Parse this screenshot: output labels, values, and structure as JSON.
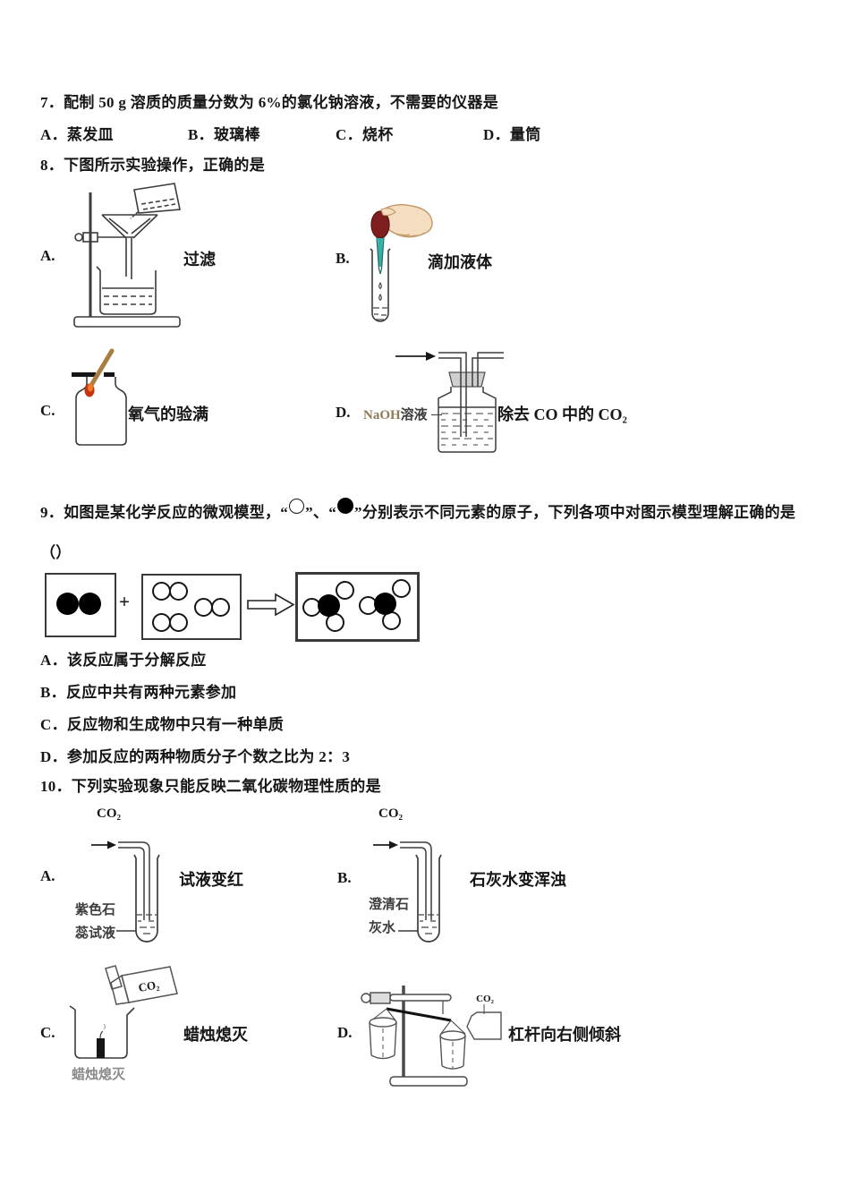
{
  "colors": {
    "dropper_bulb": "#7e1e1e",
    "dropper_liquid": "#2fb3a8",
    "ember": "#c6330e",
    "ember_glow": "#ef7c2a",
    "splint_wood": "#a97c3f",
    "hand_skin": "#f4ddc0",
    "hand_outline": "#c29a6b",
    "annotation_gray": "#8a8a8a",
    "naoh_tint": "#8d7a56"
  },
  "q7": {
    "number": "7．",
    "text": "配制 50 g 溶质的质量分数为 6%的氯化钠溶液，不需要的仪器是",
    "options": [
      {
        "label": "A．",
        "text": "蒸发皿"
      },
      {
        "label": "B．",
        "text": "玻璃棒"
      },
      {
        "label": "C．",
        "text": "烧杯"
      },
      {
        "label": "D．",
        "text": "量筒"
      }
    ]
  },
  "q8": {
    "number": "8．",
    "text": "下图所示实验操作，正确的是",
    "options": [
      {
        "label": "A.",
        "caption": "过滤"
      },
      {
        "label": "B.",
        "caption": "滴加液体"
      },
      {
        "label": "C.",
        "caption": "氧气的验满"
      },
      {
        "label": "D.",
        "caption": "除去 CO 中的 CO₂",
        "bottle_label": {
          "formula": "NaOH",
          "suffix": "溶液"
        }
      }
    ]
  },
  "q9": {
    "number": "9．",
    "text_before": "如图是某化学反应的微观模型，“",
    "text_middle": "”、“",
    "text_after": "”分别表示不同元素的原子，下列各项中对图示模型理解正确的是",
    "bracket": "（）",
    "plus_sign": "+",
    "options": [
      {
        "label": "A．",
        "text": "该反应属于分解反应"
      },
      {
        "label": "B．",
        "text": "反应中共有两种元素参加"
      },
      {
        "label": "C．",
        "text": "反应物和生成物中只有一种单质"
      },
      {
        "label": "D．",
        "text": "参加反应的两种物质分子个数之比为 2：3"
      }
    ]
  },
  "q10": {
    "number": "10．",
    "text": "下列实验现象只能反映二氧化碳物理性质的是",
    "options": [
      {
        "label": "A.",
        "gas_label": "CO₂",
        "reagent_label": [
          "紫色石",
          "蕊试液"
        ],
        "caption": "试液变红"
      },
      {
        "label": "B.",
        "gas_label": "CO₂",
        "reagent_label": [
          "澄清石",
          "灰水"
        ],
        "caption": "石灰水变浑浊"
      },
      {
        "label": "C.",
        "gas_label": "CO₂",
        "annotation": "蜡烛熄灭",
        "caption": "蜡烛熄灭"
      },
      {
        "label": "D.",
        "gas_label": "CO₂",
        "caption": "杠杆向右侧倾斜"
      }
    ]
  }
}
